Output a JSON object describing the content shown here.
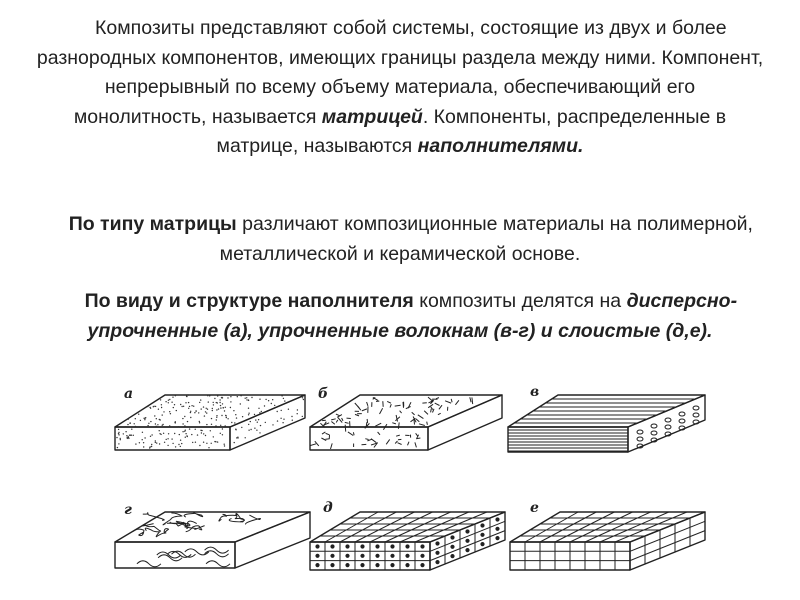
{
  "p1": {
    "t1": "Композиты представляют собой системы, состоящие из двух и более разнородных компонентов, имеющих границы раздела между ними. Компонент, непрерывный по всему объему материала, обеспечивающий его монолитность, называется ",
    "b1": "матрицей",
    "t2": ". Компоненты, распределенные в матрице, называются ",
    "b2": "наполнителями."
  },
  "p2": {
    "b1": "По типу матрицы",
    "t1": " различают композиционные материалы на полимерной, металлической и керамической основе."
  },
  "p3": {
    "b1": "По виду и структуре наполнителя",
    "t1": " композиты делятся на ",
    "bi1": "дисперсно-упрочненные (а), упрочненные волокнам (в-г) и слоистые (д,е)."
  },
  "figure": {
    "labels": [
      "а",
      "б",
      "в",
      "г",
      "д",
      "е"
    ]
  }
}
